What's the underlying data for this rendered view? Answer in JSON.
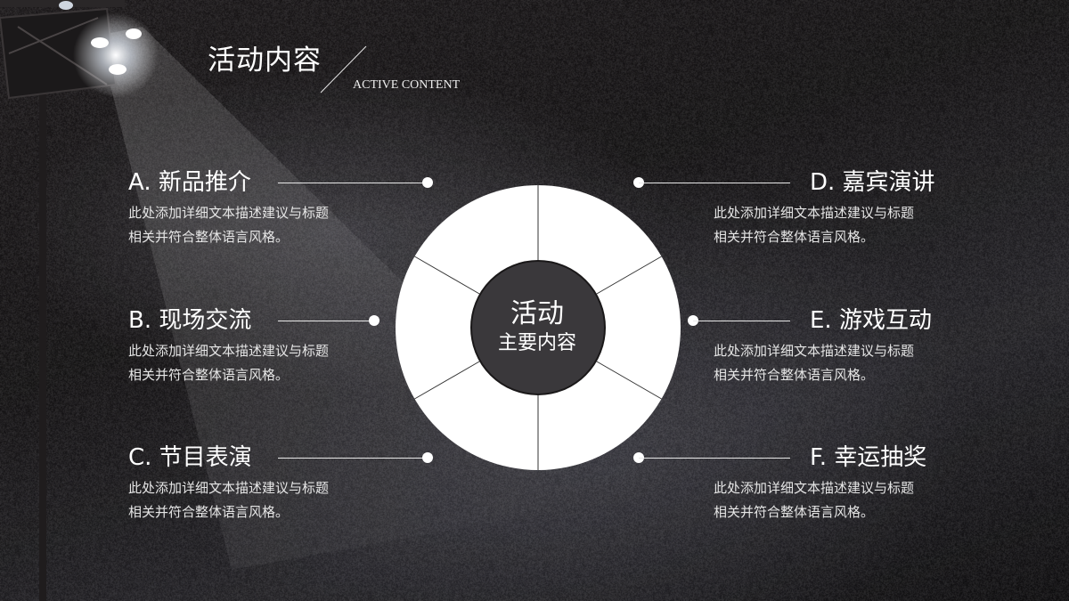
{
  "header": {
    "title": "活动内容",
    "subtitle": "ACTIVE CONTENT"
  },
  "items": [
    {
      "title": "A. 新品推介",
      "desc_line1": "此处添加详细文本描述建议与标题",
      "desc_line2": "相关并符合整体语言风格。"
    },
    {
      "title": "B. 现场交流",
      "desc_line1": "此处添加详细文本描述建议与标题",
      "desc_line2": "相关并符合整体语言风格。"
    },
    {
      "title": "C. 节目表演",
      "desc_line1": "此处添加详细文本描述建议与标题",
      "desc_line2": "相关并符合整体语言风格。"
    },
    {
      "title": "D. 嘉宾演讲",
      "desc_line1": "此处添加详细文本描述建议与标题",
      "desc_line2": "相关并符合整体语言风格。"
    },
    {
      "title": "E. 游戏互动",
      "desc_line1": "此处添加详细文本描述建议与标题",
      "desc_line2": "相关并符合整体语言风格。"
    },
    {
      "title": "F. 幸运抽奖",
      "desc_line1": "此处添加详细文本描述建议与标题",
      "desc_line2": "相关并符合整体语言风格。"
    }
  ],
  "hub": {
    "line1": "活动",
    "line2": "主要内容"
  },
  "colors": {
    "background": "#141213",
    "ring": "#ffffff",
    "text": "#ffffff"
  }
}
